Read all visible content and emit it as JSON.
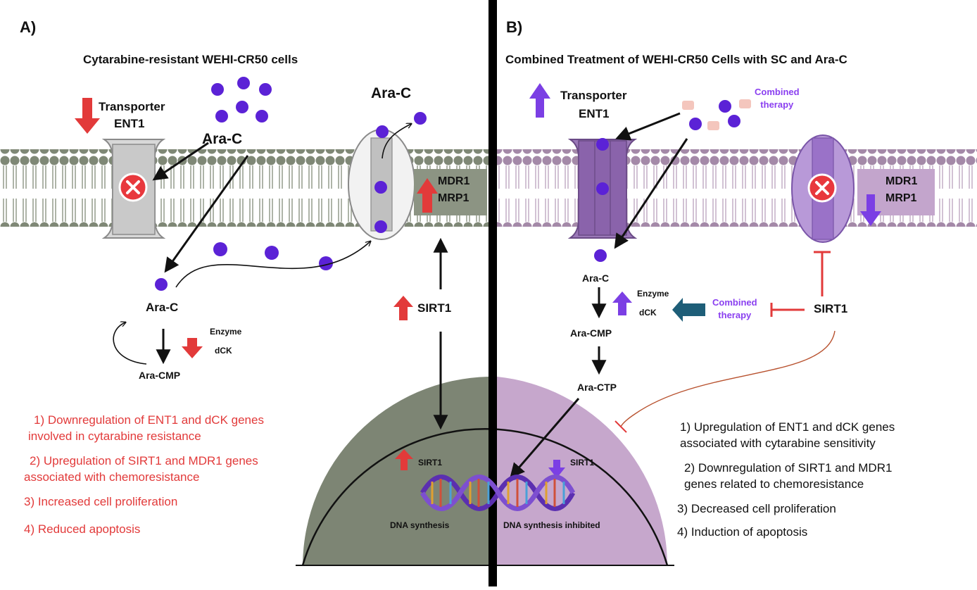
{
  "panel_a": {
    "letter": "A)",
    "title": "Cytarabine-resistant  WEHI-CR50 cells",
    "transporter": "Transporter",
    "ent1": "ENT1",
    "ara_c_drug": "Ara-C",
    "ara_c_efflux": "Ara-C",
    "ara_c_cyto": "Ara-C",
    "ara_cmp": "Ara-CMP",
    "enzyme": "Enzyme",
    "dck": "dCK",
    "mdr1": "MDR1",
    "mrp1": "MRP1",
    "sirt1": "SIRT1",
    "sirt1_nucleus": "SIRT1",
    "dna": "DNA synthesis",
    "findings": [
      "1)  Downregulation  of  ENT1  and  dCK  genes",
      "involved in cytarabine resistance",
      "2) Upregulation of SIRT1 and MDR1 genes",
      "associated with chemoresistance",
      "3) Increased cell proliferation",
      "4) Reduced apoptosis"
    ]
  },
  "panel_b": {
    "letter": "B)",
    "title": "Combined Treatment of WEHI-CR50 Cells with SC and Ara-C",
    "transporter": "Transporter",
    "ent1": "ENT1",
    "combined_top_1": "Combined",
    "combined_top_2": "therapy",
    "ara_c": "Ara-C",
    "enzyme": "Enzyme",
    "dck": "dCK",
    "combined_mid_1": "Combined",
    "combined_mid_2": "therapy",
    "sirt1": "SIRT1",
    "ara_cmp": "Ara-CMP",
    "ara_ctp": "Ara-CTP",
    "mdr1": "MDR1",
    "mrp1": "MRP1",
    "sirt1_nucleus": "SIRT1",
    "dna": "DNA synthesis inhibited",
    "findings": [
      "1)  Upregulation  of  ENT1  and  dCK  genes",
      "associated with cytarabine sensitivity",
      "2)  Downregulation  of  SIRT1  and  MDR1",
      "genes related to chemoresistance",
      "3) Decreased cell proliferation",
      "4) Induction of apoptosis"
    ]
  },
  "colors": {
    "up_red": "#e23a3a",
    "down_purple": "#7b3fe4",
    "drug_dot": "#5b22d6",
    "membrane_a": "#7f8876",
    "membrane_b": "#a489a8",
    "nucleus_a": "#7d8574",
    "nucleus_b": "#c6a7cc",
    "divider": "#000000",
    "teal_arrow": "#1e5e78"
  }
}
